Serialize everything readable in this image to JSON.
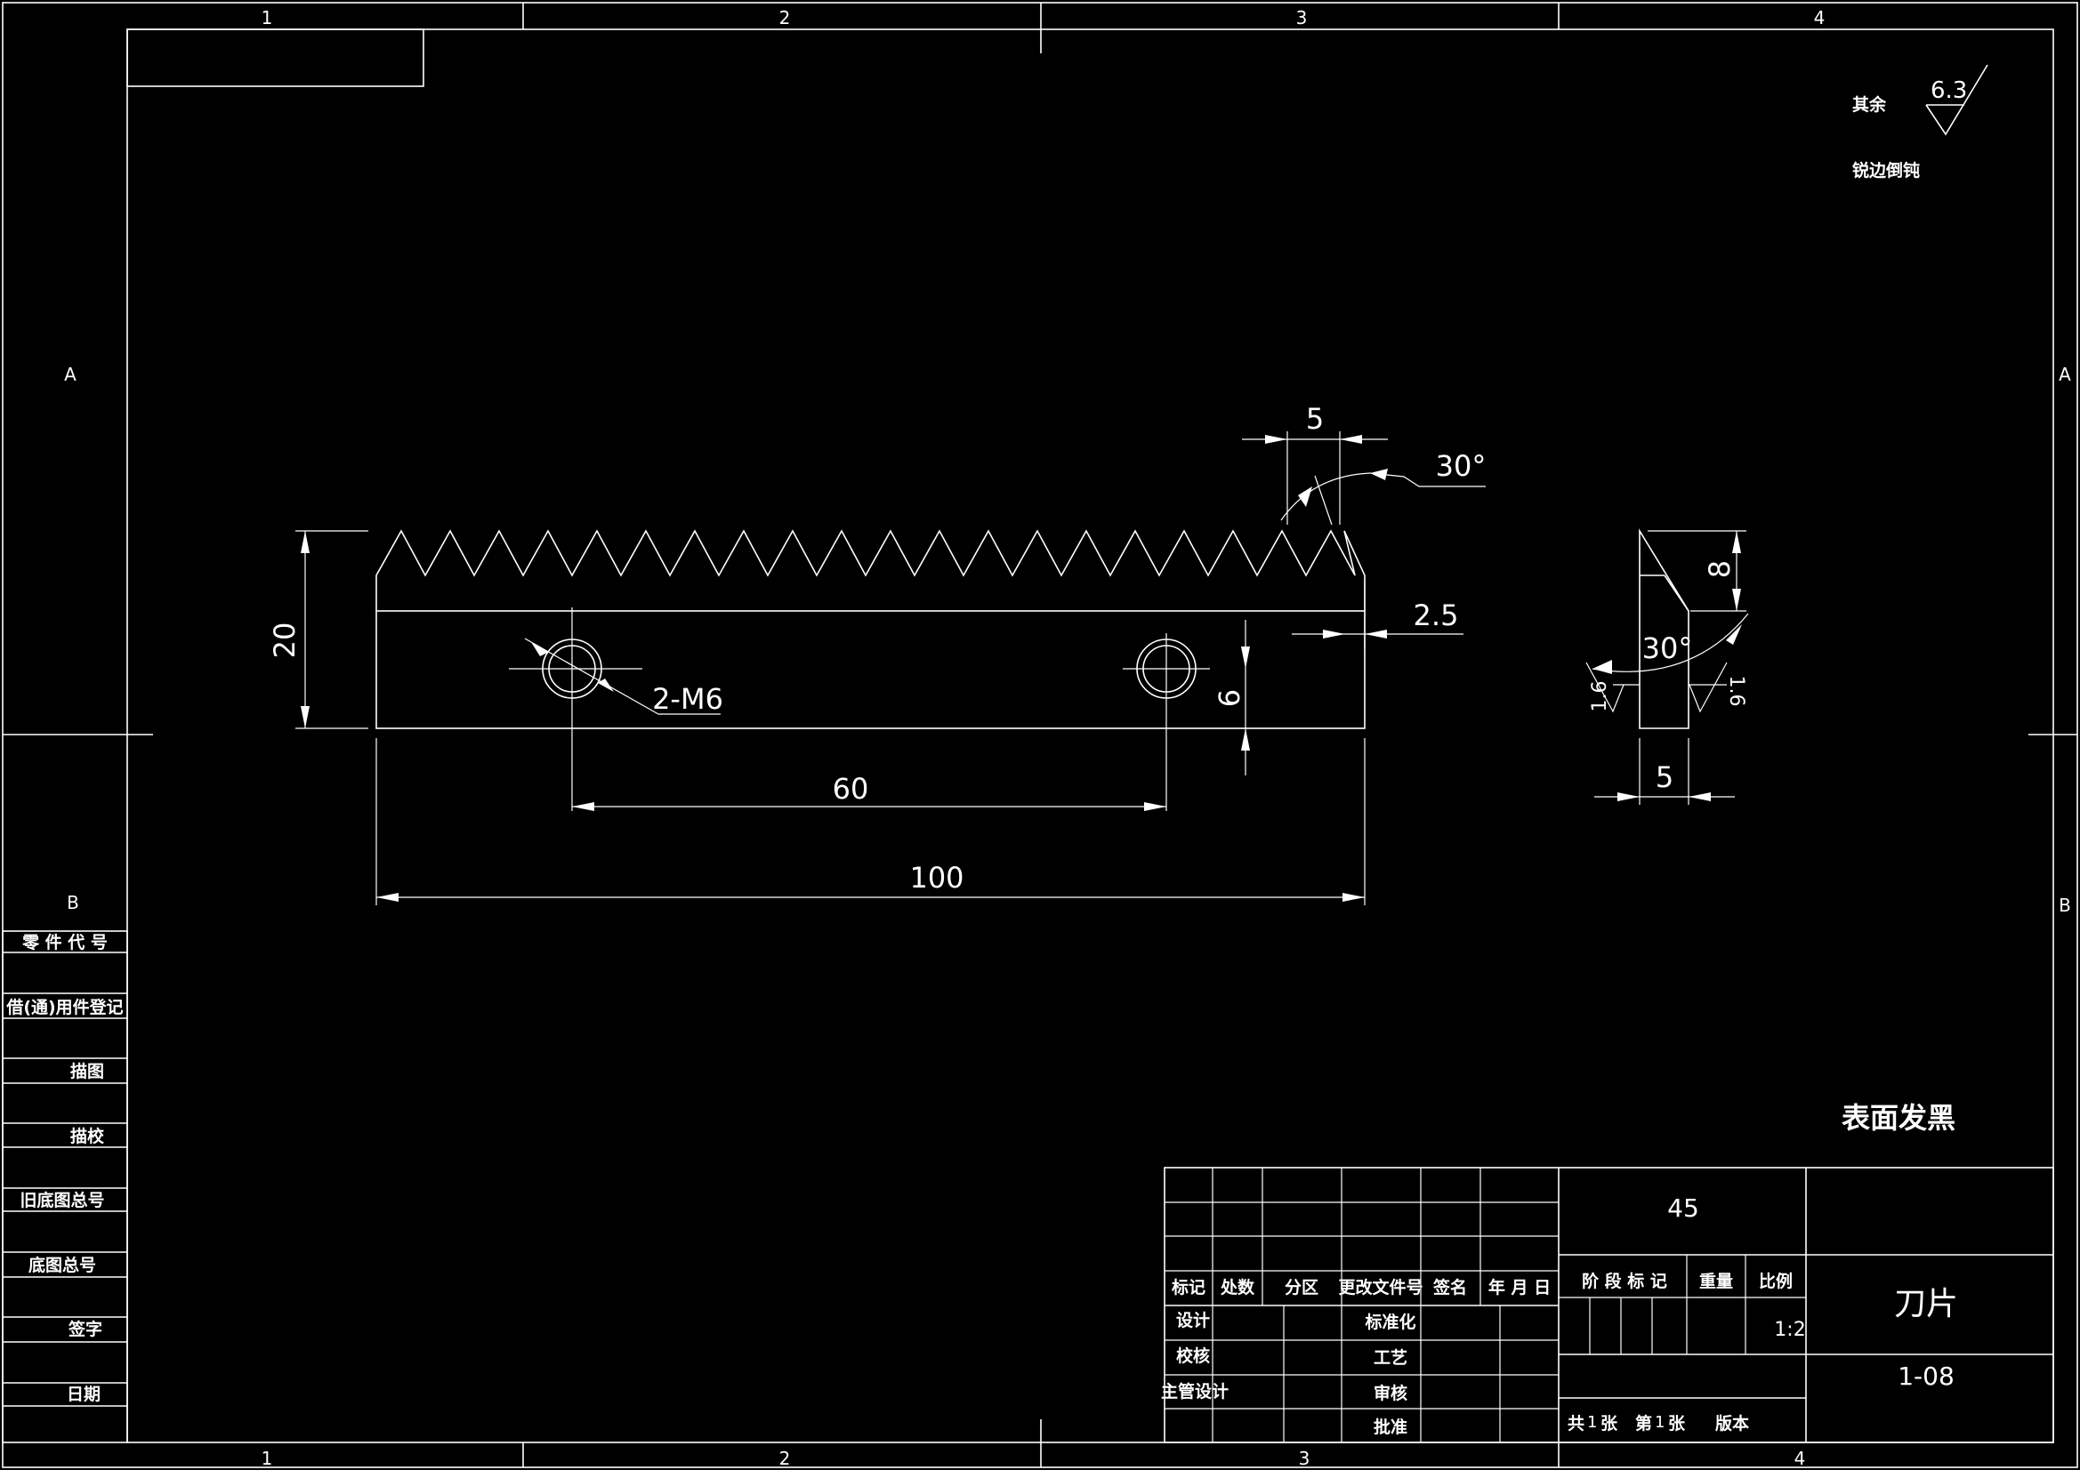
{
  "zones": {
    "columns": [
      "1",
      "2",
      "3",
      "4"
    ],
    "rows": [
      "A",
      "B"
    ]
  },
  "notes": {
    "roughness_rest_label": "其余",
    "roughness_rest_value": "6.3",
    "edge_note": "锐边倒钝",
    "surface_treatment": "表面发黑"
  },
  "dimensions": {
    "height": "20",
    "tooth_pitch": "5",
    "tooth_angle": "30°",
    "back_offset": "2.5",
    "holes": "2-M6",
    "hole_height": "6",
    "hole_spacing": "60",
    "length": "100",
    "side_top": "8",
    "side_angle": "30°",
    "side_width": "5",
    "roughness_left": "1.6",
    "roughness_right": "1.6"
  },
  "side_register": [
    "零 件 代 号",
    "借(通)用件登记",
    "描图",
    "描校",
    "旧底图总号",
    "底图总号",
    "签字",
    "日期"
  ],
  "title_block": {
    "material": "45",
    "part_name": "刀片",
    "drawing_number": "1-08",
    "scale": "1:2",
    "headers": {
      "mark": "标记",
      "count": "处数",
      "zone": "分区",
      "change_doc": "更改文件号",
      "signature": "签名",
      "date": "年 月 日",
      "stage": "阶 段 标 记",
      "weight": "重量",
      "ratio": "比例"
    },
    "roles": {
      "design": "设计",
      "check": "校核",
      "chief_design": "主管设计",
      "standardization": "标准化",
      "process": "工艺",
      "review": "审核",
      "approve": "批准"
    },
    "sheets": {
      "total_label": "共",
      "total": "1",
      "sheet_unit": "张",
      "current_label": "第",
      "current": "1",
      "version": "版本"
    }
  }
}
